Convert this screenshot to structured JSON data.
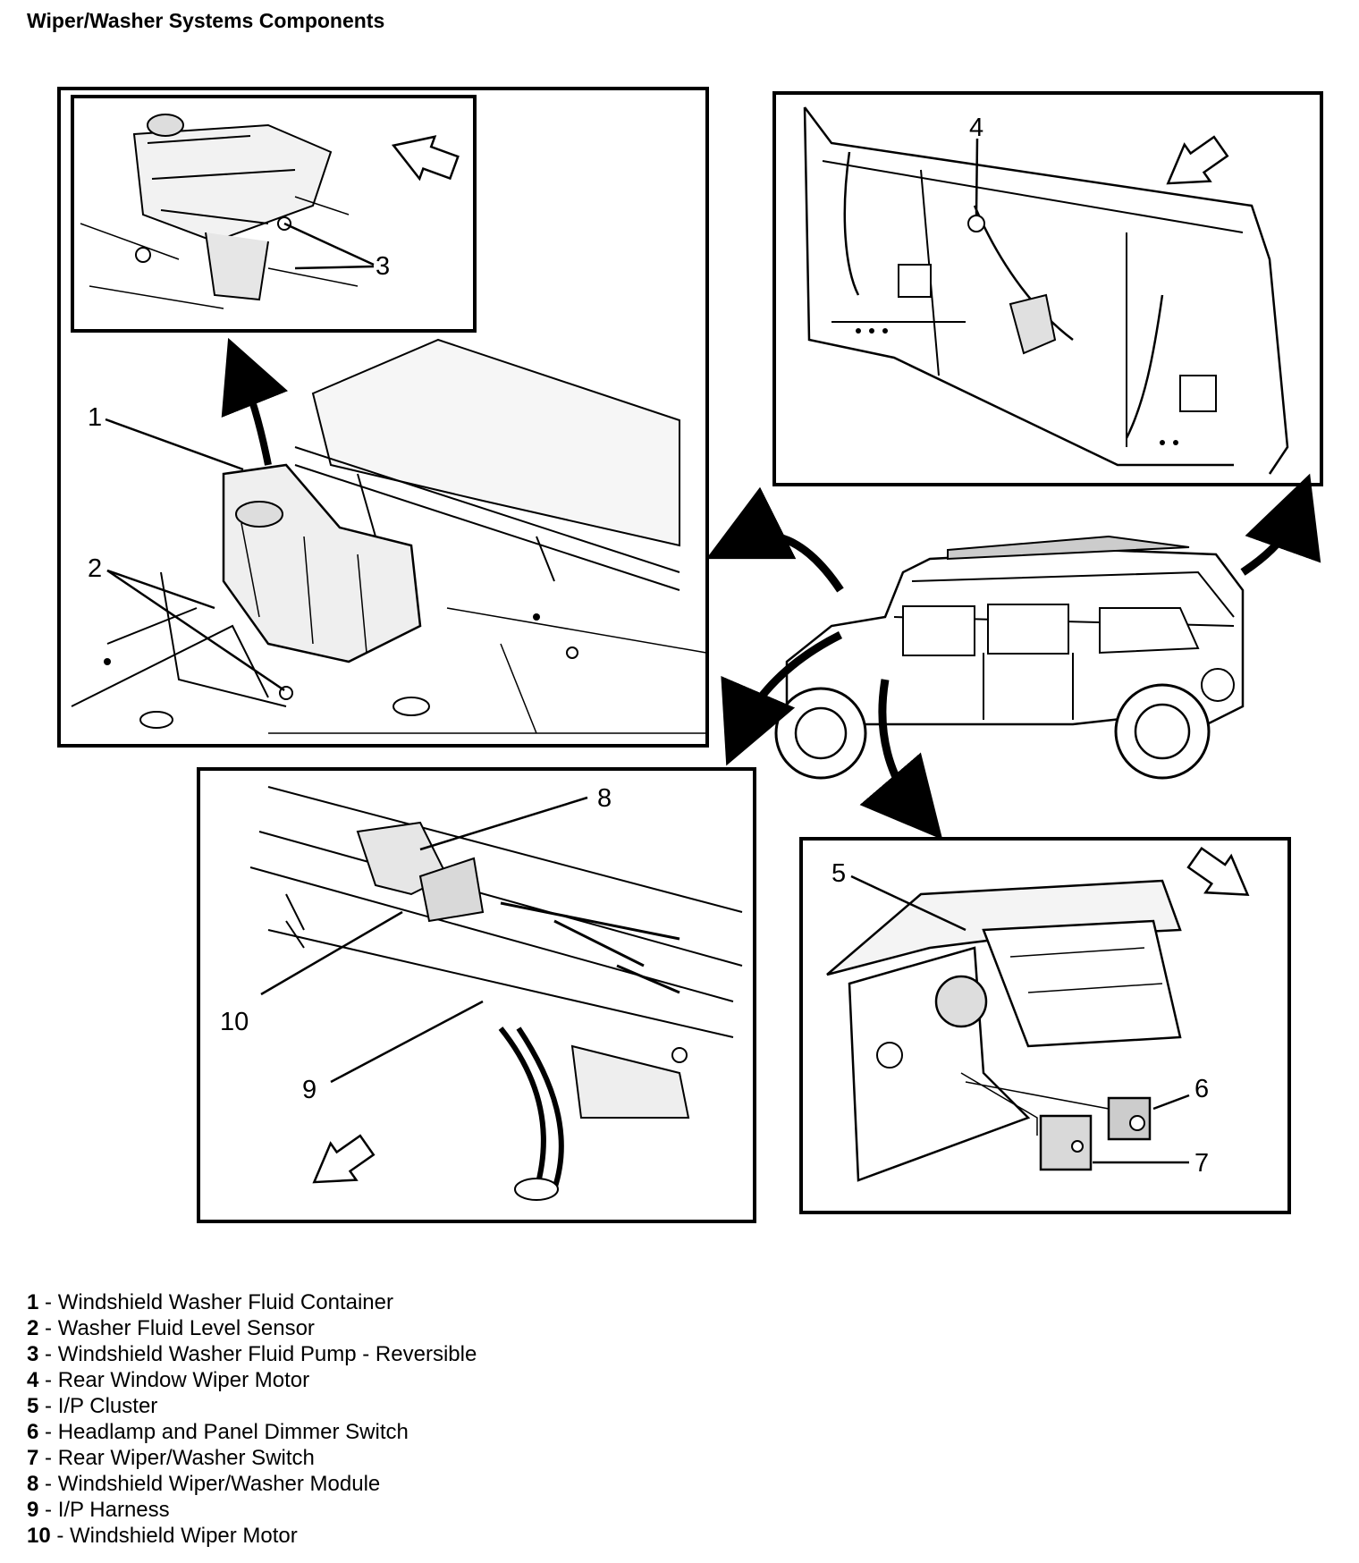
{
  "title": "Wiper/Washer Systems Components",
  "callouts": [
    "1",
    "2",
    "3",
    "4",
    "5",
    "6",
    "7",
    "8",
    "9",
    "10"
  ],
  "legend": [
    {
      "num": "1",
      "sep": " - ",
      "text": "Windshield Washer Fluid Container"
    },
    {
      "num": "2",
      "sep": " - ",
      "text": "Washer Fluid Level Sensor"
    },
    {
      "num": "3",
      "sep": " - ",
      "text": "Windshield Washer Fluid Pump - Reversible"
    },
    {
      "num": "4",
      "sep": " - ",
      "text": "Rear Window Wiper Motor"
    },
    {
      "num": "5",
      "sep": " - ",
      "text": "I/P Cluster"
    },
    {
      "num": "6",
      "sep": " - ",
      "text": "Headlamp and Panel Dimmer Switch"
    },
    {
      "num": "7",
      "sep": " - ",
      "text": "Rear Wiper/Washer Switch"
    },
    {
      "num": "8",
      "sep": " - ",
      "text": "Windshield Wiper/Washer Module"
    },
    {
      "num": "9",
      "sep": " - ",
      "text": "I/P Harness"
    },
    {
      "num": "10",
      "sep": " - ",
      "text": "Windshield Wiper Motor"
    }
  ]
}
